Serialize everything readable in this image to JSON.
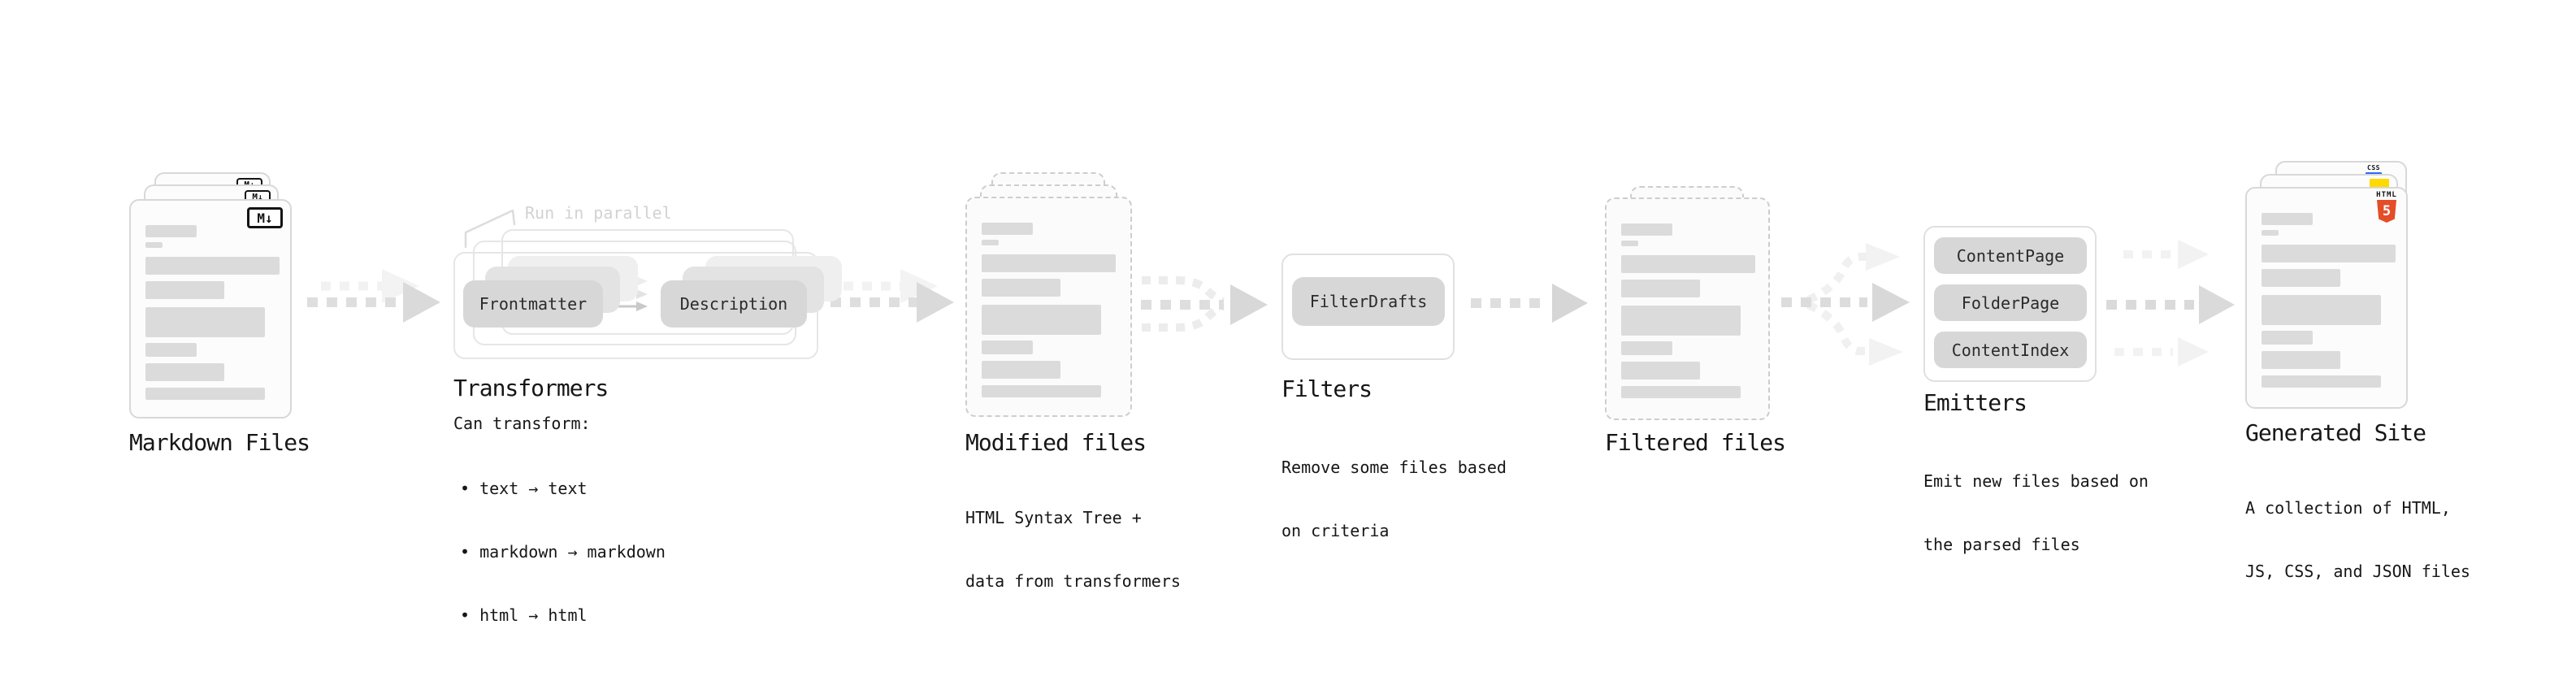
{
  "stages": {
    "markdown_files": {
      "label": "Markdown Files",
      "badge": "M↓"
    },
    "transformers": {
      "annotation": "Run in parallel",
      "pill_left": "Frontmatter",
      "pill_right": "Description",
      "heading": "Transformers",
      "intro": "Can transform:",
      "bullets": [
        "• text → text",
        "• markdown → markdown",
        "• html → html"
      ]
    },
    "modified_files": {
      "label": "Modified files",
      "desc_line1": "HTML Syntax Tree +",
      "desc_line2": "data from transformers"
    },
    "filters": {
      "pill": "FilterDrafts",
      "heading": "Filters",
      "desc_line1": "Remove some files based",
      "desc_line2": "on criteria"
    },
    "filtered_files": {
      "label": "Filtered files"
    },
    "emitters": {
      "pills": [
        "ContentPage",
        "FolderPage",
        "ContentIndex"
      ],
      "heading": "Emitters",
      "desc_line1": "Emit new files based on",
      "desc_line2": "the parsed files"
    },
    "generated_site": {
      "label": "Generated Site",
      "desc_line1": "A collection of HTML,",
      "desc_line2": "JS, CSS, and JSON files",
      "badge_css": "CSS",
      "badge_html_text": "HTML",
      "badge_html_number": "5"
    }
  },
  "colors": {
    "html5_orange": "#e44d26",
    "css_blue": "#2a6df4",
    "js_yellow": "#ffd900",
    "pill_gray": "#d7d7d7",
    "arrow_gray": "#dcdcdc",
    "annotation_gray": "#d2d2d2"
  }
}
